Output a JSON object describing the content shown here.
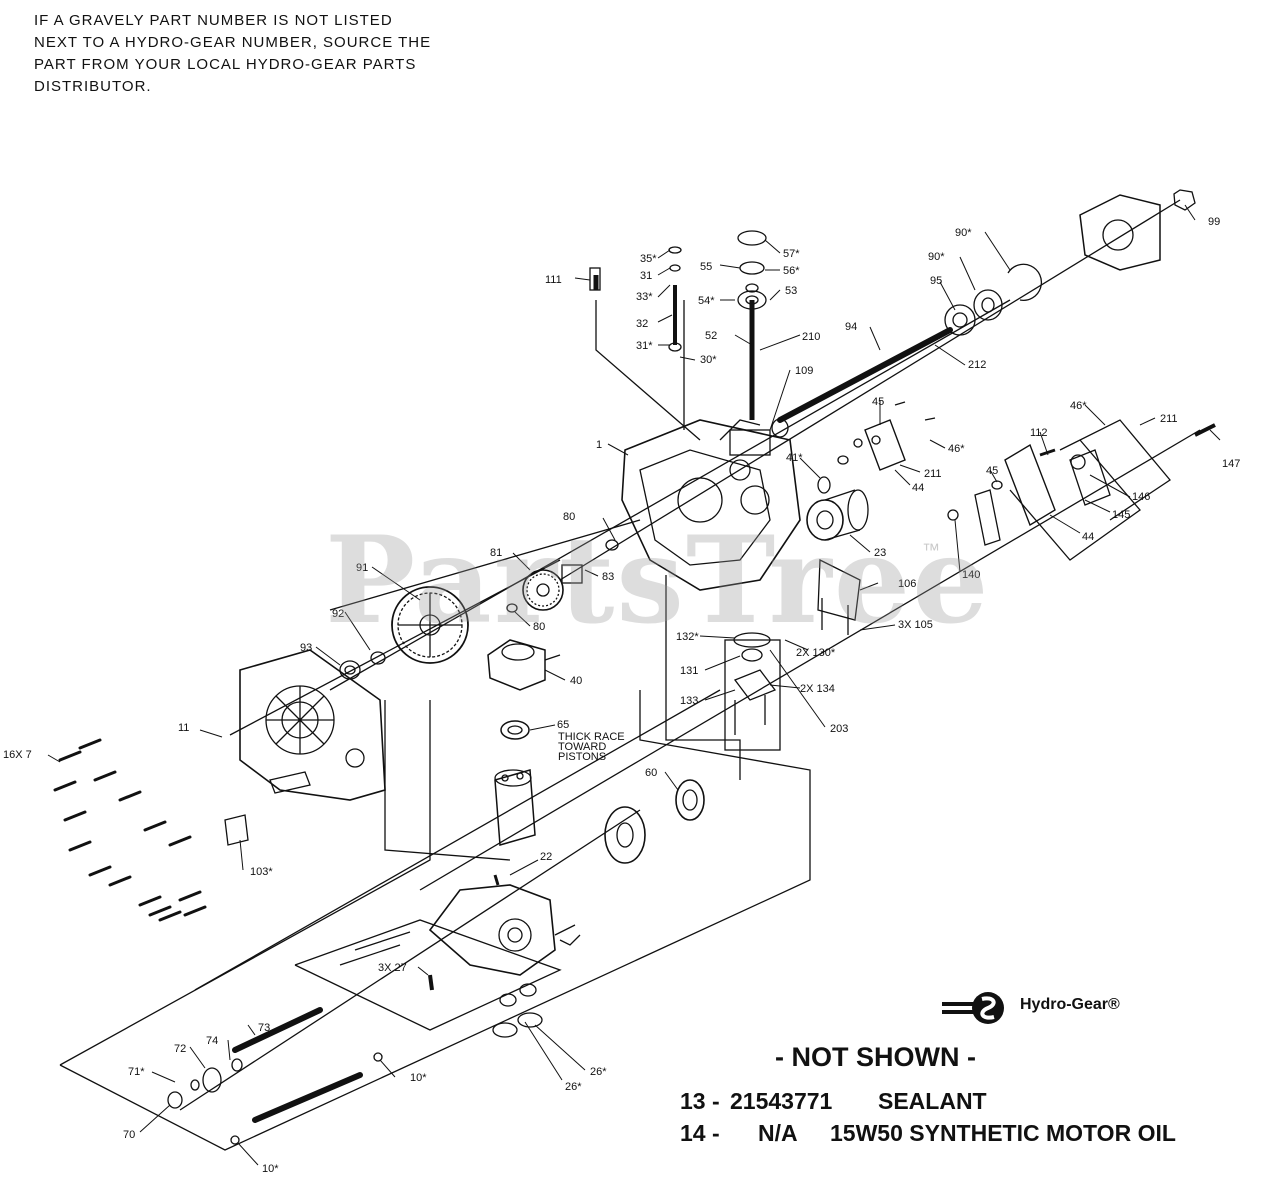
{
  "note": {
    "lines": [
      "If a Gravely part number is not listed",
      "next to a Hydro-Gear number, source the",
      "part from your local Hydro-Gear parts",
      "distributor."
    ]
  },
  "watermark": {
    "text": "PartsTree",
    "tm": "™"
  },
  "logo": {
    "text": "Hydro-Gear®"
  },
  "not_shown": {
    "heading": "- NOT SHOWN -",
    "items": [
      {
        "num": "13 -",
        "part": "21543771",
        "desc": "SEALANT"
      },
      {
        "num": "14 -",
        "part": "N/A",
        "desc": "15W50 SYNTHETIC MOTOR OIL"
      }
    ]
  },
  "colors": {
    "line": "#111111",
    "watermark": "#969696"
  },
  "callouts": [
    {
      "id": "35",
      "text": "35*"
    },
    {
      "id": "31a",
      "text": "31"
    },
    {
      "id": "33",
      "text": "33*"
    },
    {
      "id": "32",
      "text": "32"
    },
    {
      "id": "31b",
      "text": "31*"
    },
    {
      "id": "30",
      "text": "30*"
    },
    {
      "id": "111",
      "text": "111"
    },
    {
      "id": "57",
      "text": "57*"
    },
    {
      "id": "55",
      "text": "55"
    },
    {
      "id": "56",
      "text": "56*"
    },
    {
      "id": "54",
      "text": "54*"
    },
    {
      "id": "53",
      "text": "53"
    },
    {
      "id": "52",
      "text": "52"
    },
    {
      "id": "210",
      "text": "210"
    },
    {
      "id": "109",
      "text": "109"
    },
    {
      "id": "94",
      "text": "94"
    },
    {
      "id": "212",
      "text": "212"
    },
    {
      "id": "95",
      "text": "95"
    },
    {
      "id": "90a",
      "text": "90*"
    },
    {
      "id": "90b",
      "text": "90*"
    },
    {
      "id": "99",
      "text": "99"
    },
    {
      "id": "1",
      "text": "1"
    },
    {
      "id": "41",
      "text": "41*"
    },
    {
      "id": "45a",
      "text": "45"
    },
    {
      "id": "46a",
      "text": "46*"
    },
    {
      "id": "211a",
      "text": "211"
    },
    {
      "id": "44a",
      "text": "44"
    },
    {
      "id": "112",
      "text": "112"
    },
    {
      "id": "46b",
      "text": "46*"
    },
    {
      "id": "211b",
      "text": "211"
    },
    {
      "id": "147",
      "text": "147"
    },
    {
      "id": "45b",
      "text": "45"
    },
    {
      "id": "146",
      "text": "146"
    },
    {
      "id": "145",
      "text": "145"
    },
    {
      "id": "44b",
      "text": "44"
    },
    {
      "id": "140",
      "text": "140"
    },
    {
      "id": "23",
      "text": "23"
    },
    {
      "id": "106",
      "text": "106"
    },
    {
      "id": "105",
      "text": "3X 105"
    },
    {
      "id": "130",
      "text": "2X 130*"
    },
    {
      "id": "80a",
      "text": "80"
    },
    {
      "id": "81",
      "text": "81"
    },
    {
      "id": "83",
      "text": "83"
    },
    {
      "id": "80b",
      "text": "80"
    },
    {
      "id": "91",
      "text": "91"
    },
    {
      "id": "92",
      "text": "92"
    },
    {
      "id": "93",
      "text": "93"
    },
    {
      "id": "132",
      "text": "132*"
    },
    {
      "id": "131",
      "text": "131"
    },
    {
      "id": "134",
      "text": "2X 134"
    },
    {
      "id": "133",
      "text": "133"
    },
    {
      "id": "203",
      "text": "203"
    },
    {
      "id": "40",
      "text": "40"
    },
    {
      "id": "11",
      "text": "11"
    },
    {
      "id": "65",
      "text": "65"
    },
    {
      "id": "thick1",
      "text": "THICK RACE"
    },
    {
      "id": "thick2",
      "text": "TOWARD"
    },
    {
      "id": "thick3",
      "text": "PISTONS"
    },
    {
      "id": "16x7",
      "text": "16X 7"
    },
    {
      "id": "60",
      "text": "60"
    },
    {
      "id": "103",
      "text": "103*"
    },
    {
      "id": "22",
      "text": "22"
    },
    {
      "id": "3x27",
      "text": "3X 27"
    },
    {
      "id": "73",
      "text": "73"
    },
    {
      "id": "74",
      "text": "74"
    },
    {
      "id": "72",
      "text": "72"
    },
    {
      "id": "71",
      "text": "71*"
    },
    {
      "id": "70",
      "text": "70"
    },
    {
      "id": "26a",
      "text": "26*"
    },
    {
      "id": "26b",
      "text": "26*"
    },
    {
      "id": "10a",
      "text": "10*"
    },
    {
      "id": "10b",
      "text": "10*"
    }
  ]
}
